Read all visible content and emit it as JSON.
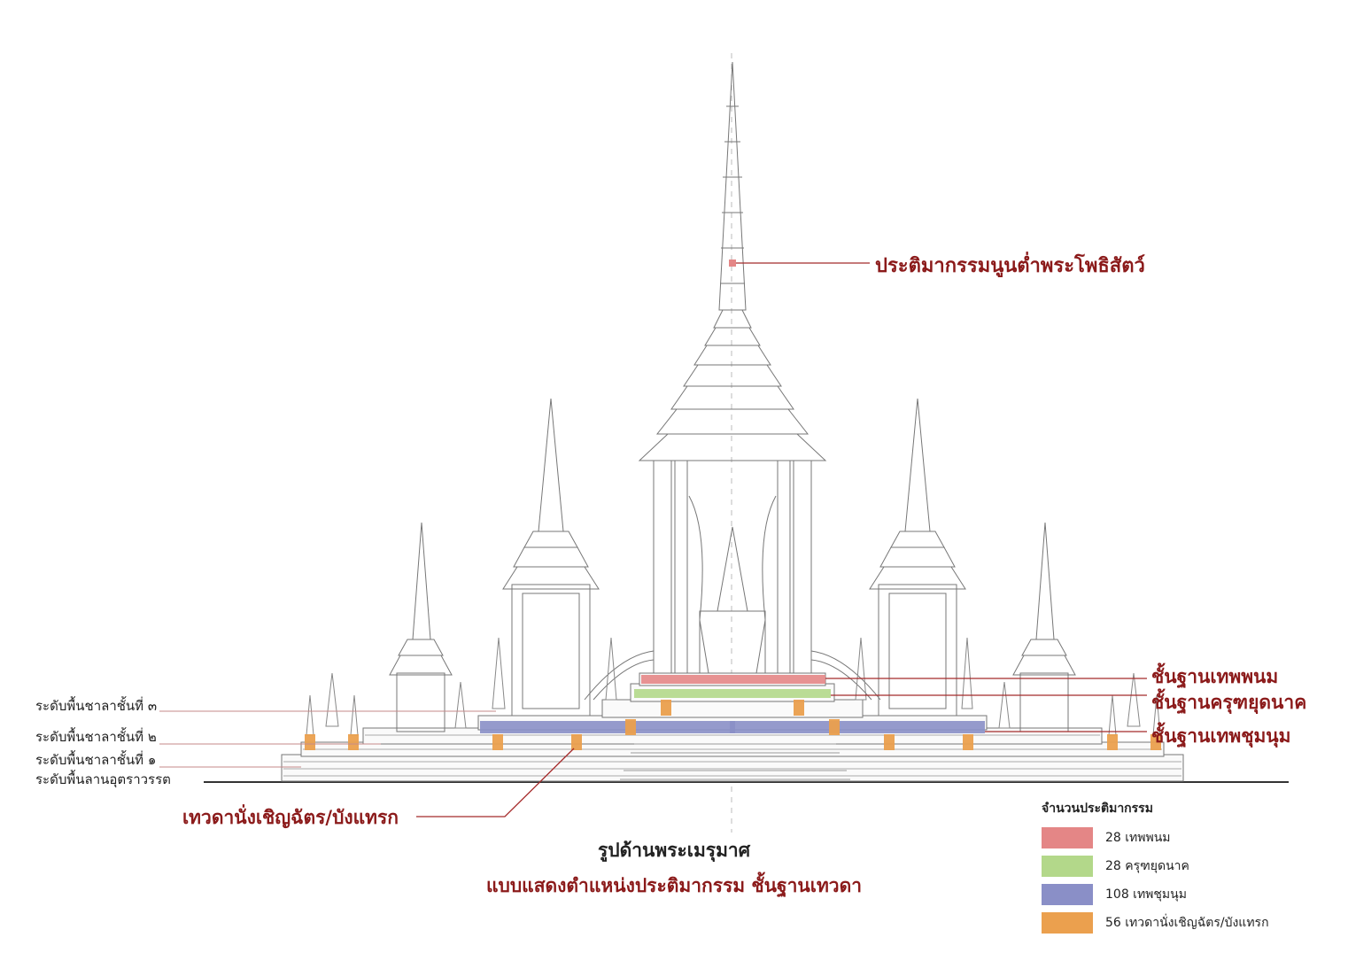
{
  "callouts": {
    "bodhisattva": "ประติมากรรมนูนต่ำพระโพธิสัตว์",
    "tep_panom": "ชั้นฐานเทพพนม",
    "krut_yud_nak": "ชั้นฐานครุฑยุดนาค",
    "tep_chumnum": "ชั้นฐานเทพชุมนุม",
    "tewada_nang": "เทวดานั่งเชิญฉัตร/บังแทรก"
  },
  "levels": {
    "level3": "ระดับพื้นชาลาชั้นที่ ๓",
    "level2": "ระดับพื้นชาลาชั้นที่ ๒",
    "level1": "ระดับพื้นชาลาชั้นที่ ๑",
    "ground": "ระดับพื้นลานอุตราวรรต"
  },
  "title": {
    "main": "รูปด้านพระเมรุมาศ",
    "sub": "แบบแสดงตำแหน่งประติมากรรม ชั้นฐานเทวดา"
  },
  "legend": {
    "title": "จำนวนประติมากรรม",
    "items": [
      {
        "label": "28 เทพพนม",
        "color": "#e48686"
      },
      {
        "label": "28 ครุฑยุดนาค",
        "color": "#b3d88a"
      },
      {
        "label": "108 เทพชุมนุม",
        "color": "#8a8fc7"
      },
      {
        "label": "56 เทวดานั่งเชิญฉัตร/บังแทรก",
        "color": "#eba04e"
      }
    ]
  },
  "colors": {
    "accent": "#8b1a1a",
    "line": "#a52a2a",
    "drawing": "#777777"
  }
}
